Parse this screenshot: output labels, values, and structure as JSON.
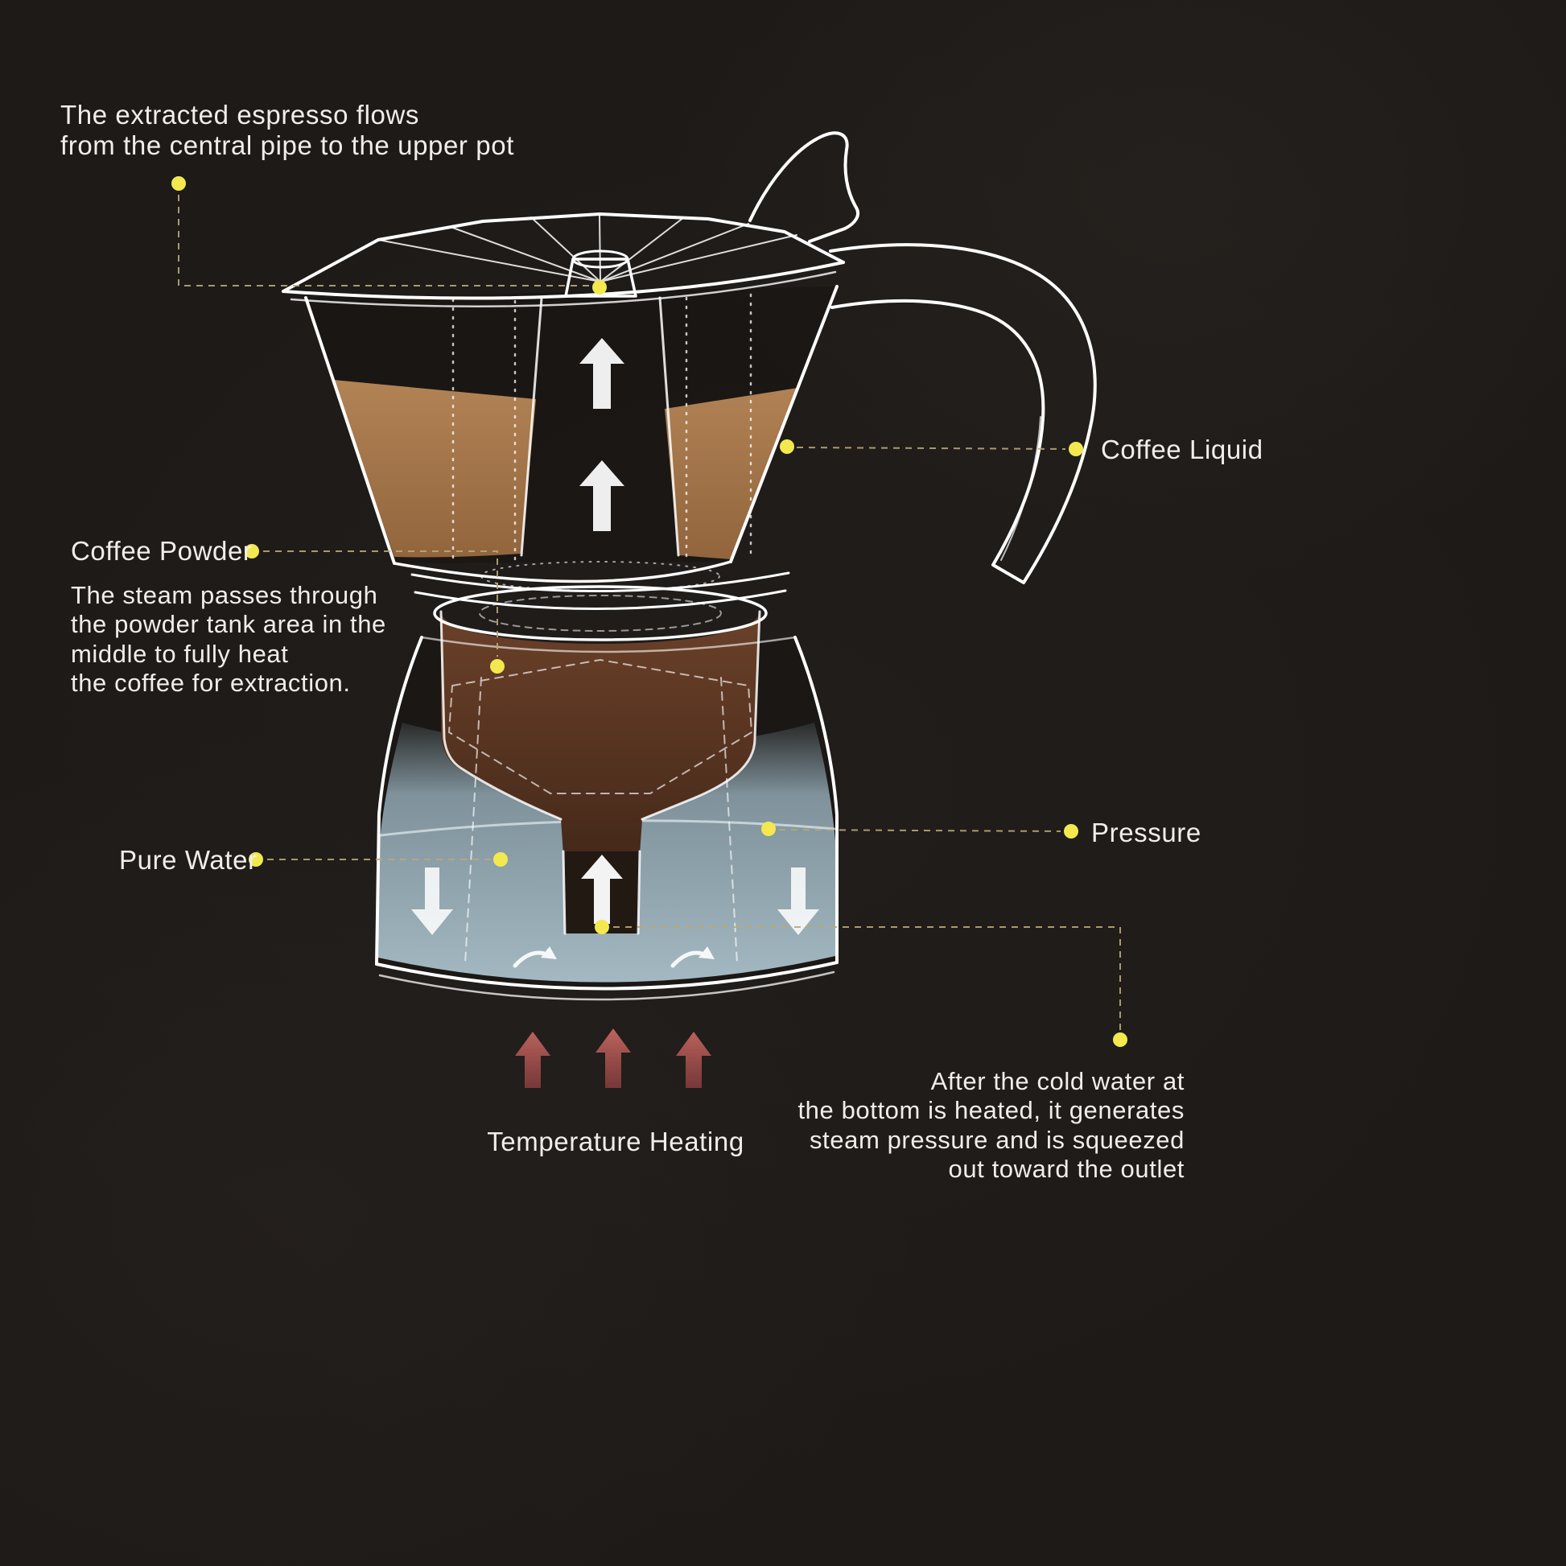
{
  "scene": "moka-pot-brewing-diagram",
  "annotations": {
    "espresso_flow": "The extracted espresso flows\nfrom the central pipe to the upper pot",
    "coffee_liquid": "Coffee Liquid",
    "coffee_powder": "Coffee Powder",
    "steam_note": "The steam passes through\nthe powder tank area in the\nmiddle to fully heat\nthe coffee for extraction.",
    "pure_water": "Pure Water",
    "pressure": "Pressure",
    "heating_note": "After the cold water at\nthe bottom is heated, it generates\nsteam pressure and is squeezed\nout toward the outlet",
    "temperature_heating": "Temperature Heating"
  },
  "icons": {
    "flow_up_arrows": "up-arrow",
    "water_down_arrows": "down-arrow",
    "steam_swirl_arrows": "curved-arrow",
    "heat_arrows": "up-arrow",
    "annotation_markers": "yellow-dot"
  },
  "colors": {
    "background": "#1d1a18",
    "text": "#f0eeea",
    "outline": "#ffffff",
    "annotation_dot": "#f3e94f",
    "leader_line": "#b7a878",
    "coffee_liquid": "#a87c50",
    "coffee_powder": "#5c3826",
    "water": "#aec6d2",
    "heat_arrow": "#c25b5b"
  }
}
